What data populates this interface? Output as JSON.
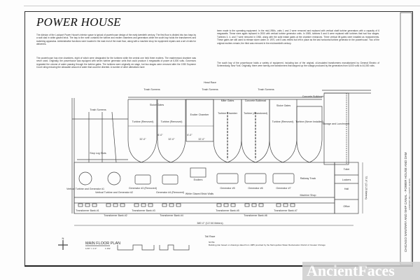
{
  "title": "POWER HOUSE",
  "paragraphs": [
    "The division of the Lockport Power House's interior space is typical of powerhouse design of the early twentieth century. The first floor is divided into two bays by a wall clad in white glazed brick. The bay to the north contains the turbine and exciter chambers and generators while the south bay holds the transformers and switching apparatus. Administrative functions were located in the east end of the main floor, along with a machine shop for equipment repairs and a set of rails for deliveries.",
    "The powerhouse has nine chambers, eight of which were designated for the turbines while the central one held three exciters. The easternmost chamber was never used. Originally, the powerhouse was equipped with seven turbine generator units that could produce 4 megawatts of power at 6,000 volts. Governors regulated the volume of water passing through the turbine gates. The turbines were originally six stage, but two stages were removed after the 1930 Supreme Court ruling reducing the allowable amount of water that could be diverted. A number of other alterations have",
    "been made to the operating equipment. In the mid-1950s, units 1 and 2 were removed and replaced with vertical shaft turbine generators with a capacity of 6 megawatts. These were again replaced in 2000 with vertical turbine generator units. In 1985, turbines 5 and 6 were replaced with turbines that had four stages. Turbines 3, 4, and 7 were removed in 1960, along with the solid intake gates at the chamber entrances. Three vertical lift gates were installed as replacements. These gates are still used to release storm water. In 1970, unit 5 was retired but left in place as the last horizontal turbine generator in the powerhouse. Two of the original exciters remain; the third was removed in the mid-twentieth century.",
    "The south bay of the powerhouse holds a variety of equipment, including two of the original, oil-insulated transformers manufactured by General Electric of Schenectady, New York. Originally, there were twenty-one transformers that stepped up the voltage produced by the generators from 6,000 volts to 44,000 volts."
  ],
  "plan": {
    "head_race": "Head Race",
    "tail_race": "Tail Race",
    "trash_screens": "Trash Screens",
    "stop_log_slots": "Stop Log Slots",
    "sluice_gates": "Sluice Gates",
    "miter_gates": "Miter Gates",
    "concrete_bulkhead": "Concrete Bulkhead",
    "turbine_removed": "Turbine (Removed)",
    "exciter_chamber": "Exciter Chamber",
    "turbine_chamber": "Turbine Chamber",
    "turbine_abandoned": "Turbine (Abandoned)",
    "turbine_never": "Turbine (Never Installed)",
    "storage": "Storage and Lunchroom",
    "dim_32": "32'-0\"",
    "dim_6": "6'-0\"",
    "vtg1": "Vertical Turbine and Generator #1",
    "vtg2": "Vertical Turbine and Generator #2",
    "gen3": "Generator #3 (Removed)",
    "gen4": "Generator #4 (Removed)",
    "gen5": "Generator #5",
    "gen6": "Generator #6",
    "gen7": "Generator #7",
    "exciters": "Exciters",
    "brick_wall": "White Glazed Brick Walls",
    "railway": "Railway Track",
    "machine_shop": "Machine Shop",
    "toilet": "Toilet",
    "lockers": "Lockers",
    "hall": "Hall",
    "office": "Office",
    "banks": [
      "Transformer Bank #1",
      "Transformer Bank #2",
      "Transformer Bank #3",
      "Transformer Bank #4",
      "Transformer Bank #5",
      "Transformer Bank #6",
      "Transformer Bank #7"
    ],
    "length_dim": "380'-0\" (117.60 Meters)",
    "width_dim": "73'-0\" (22.25 Meters)"
  },
  "legend": {
    "north": "N",
    "plan_title": "MAIN FLOOR PLAN",
    "scale_text": "1/16\" = 1'-0\"",
    "scale_ratio": "1:192",
    "note_heading": "NOTE:",
    "note_text": "Building plan based on drawings dated from 1985 provided by the Metropolitan Water Reclamation District of Greater Chicago"
  },
  "title_block": {
    "project": "CHICAGO SANITARY AND SHIP CANAL - POWER HOUSE AND DAM",
    "location": "LOCKPORT, WILL COUNTY, ILLINOIS"
  },
  "watermark": "AncientFaces"
}
